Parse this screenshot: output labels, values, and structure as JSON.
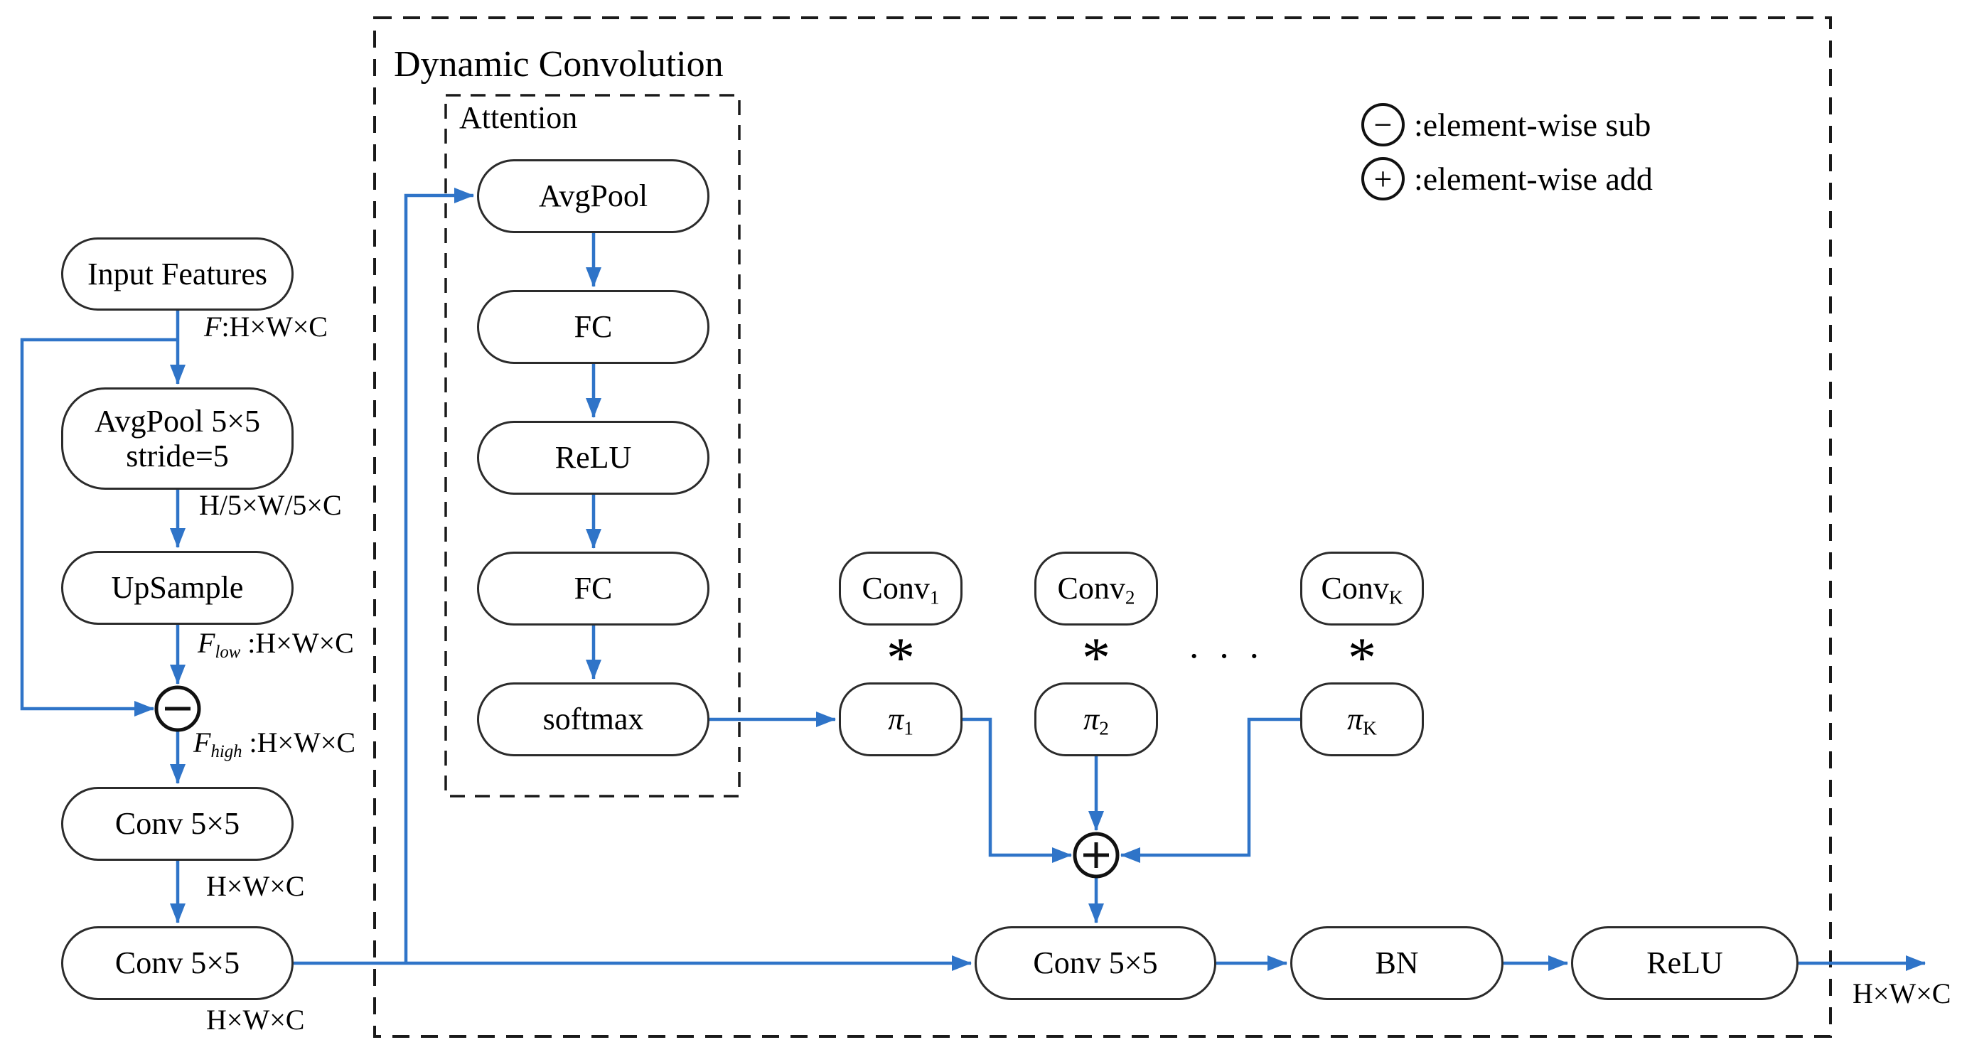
{
  "title": "Dynamic Convolution",
  "attention": {
    "title": "Attention"
  },
  "colors": {
    "line": "#2F74C8",
    "border": "#2B2B2B",
    "ink": "#000000",
    "bg": "#FFFFFF"
  },
  "nodes": {
    "input_features": "Input Features",
    "avgpool_line1": "AvgPool 5×5",
    "avgpool_line2": "stride=5",
    "upsample": "UpSample",
    "conv_a": "Conv 5×5",
    "conv_b": "Conv 5×5",
    "att_avgpool": "AvgPool",
    "att_fc1": "FC",
    "att_relu": "ReLU",
    "att_fc2": "FC",
    "att_softmax": "softmax",
    "conv_k1": {
      "base": "Conv",
      "sub": "1"
    },
    "conv_k2": {
      "base": "Conv",
      "sub": "2"
    },
    "conv_kk": {
      "base": "Conv",
      "sub": "K"
    },
    "pi_1": {
      "base": "π",
      "sub": "1"
    },
    "pi_2": {
      "base": "π",
      "sub": "2"
    },
    "pi_k": {
      "base": "π",
      "sub": "K"
    },
    "conv_out": "Conv 5×5",
    "bn": "BN",
    "relu_out": "ReLU"
  },
  "operators": {
    "subtract": "−",
    "add": "+",
    "convolve_1": "*",
    "convolve_2": "*",
    "convolve_k": "*",
    "ellipsis": "· · ·"
  },
  "edge_labels": {
    "f_in": {
      "base": "F",
      "rest": ":H×W×C"
    },
    "pooled": "H/5×W/5×C",
    "f_low": {
      "base": "F",
      "sub": "low",
      "rest": " :H×W×C"
    },
    "f_high": {
      "base": "F",
      "sub": "high",
      "rest": " :H×W×C"
    },
    "conv_a_out": "H×W×C",
    "conv_b_out": "H×W×C",
    "final_out": "H×W×C"
  },
  "legend": {
    "sub": {
      "symbol": "−",
      "label": ":element-wise sub"
    },
    "add": {
      "symbol": "+",
      "label": ":element-wise add"
    }
  }
}
